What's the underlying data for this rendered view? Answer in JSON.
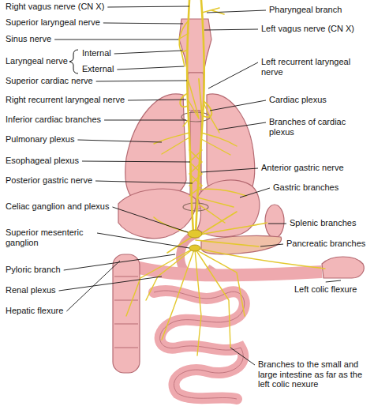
{
  "diagram": {
    "labels": [
      "Right vagus nerve (CN X)",
      "Pharyngeal branch",
      "Superior laryngeal nerve",
      "Left vagus nerve (CN X)",
      "Sinus nerve",
      "Laryngeal nerve",
      "Internal",
      "External",
      "Left recurrent laryngeal nerve",
      "Superior cardiac nerve",
      "Right recurrent laryngeal nerve",
      "Cardiac plexus",
      "Inferior cardiac branches",
      "Branches of cardiac plexus",
      "Pulmonary plexus",
      "Esophageal plexus",
      "Anterior gastric nerve",
      "Posterior gastric nerve",
      "Gastric branches",
      "Celiac ganglion and plexus",
      "Splenic branches",
      "Superior mesenteric ganglion",
      "Pancreatic branches",
      "Pyloric branch",
      "Left colic flexure",
      "Renal plexus",
      "Hepatic flexure",
      "Branches to the small and large intestine as far as the left colic nexure"
    ]
  }
}
